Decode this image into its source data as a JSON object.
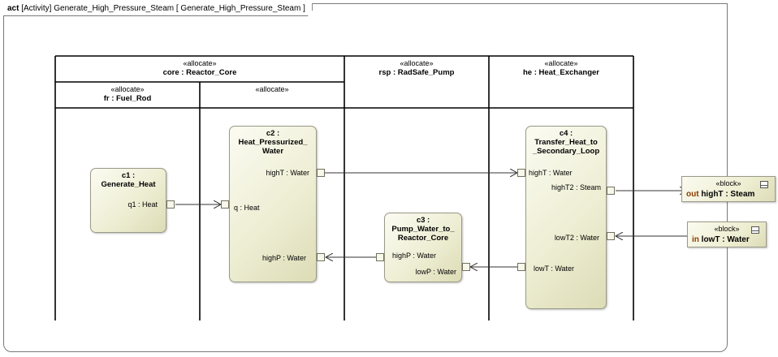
{
  "frame": {
    "kind": "act",
    "title": "[Activity] Generate_High_Pressure_Steam [ Generate_High_Pressure_Steam ]"
  },
  "partitions": {
    "core": {
      "stereotype": "«allocate»",
      "name": "core : Reactor_Core"
    },
    "fr": {
      "stereotype": "«allocate»",
      "name": "fr : Fuel_Rod"
    },
    "core_sub": {
      "stereotype": "«allocate»"
    },
    "rsp": {
      "stereotype": "«allocate»",
      "name": "rsp : RadSafe_Pump"
    },
    "he": {
      "stereotype": "«allocate»",
      "name": "he : Heat_Exchanger"
    }
  },
  "actions": {
    "c1": {
      "title": "c1 :\nGenerate_Heat",
      "pins": {
        "q1": "q1 : Heat"
      }
    },
    "c2": {
      "title": "c2 :\nHeat_Pressurized_\nWater",
      "pins": {
        "highT": "highT : Water",
        "q": "q : Heat",
        "highP": "highP : Water"
      }
    },
    "c3": {
      "title": "c3 :\nPump_Water_to_\nReactor_Core",
      "pins": {
        "highP": "highP : Water",
        "lowP": "lowP : Water"
      }
    },
    "c4": {
      "title": "c4 :\nTransfer_Heat_to\n_Secondary_Loop",
      "pins": {
        "highT": "highT : Water",
        "highT2": "highT2 : Steam",
        "lowT2": "lowT2 : Water",
        "lowT": "lowT : Water"
      }
    }
  },
  "parameters": {
    "out": {
      "stereotype": "«block»",
      "direction": "out",
      "name": "highT : Steam"
    },
    "in": {
      "stereotype": "«block»",
      "direction": "in",
      "name": "lowT : Water"
    }
  }
}
